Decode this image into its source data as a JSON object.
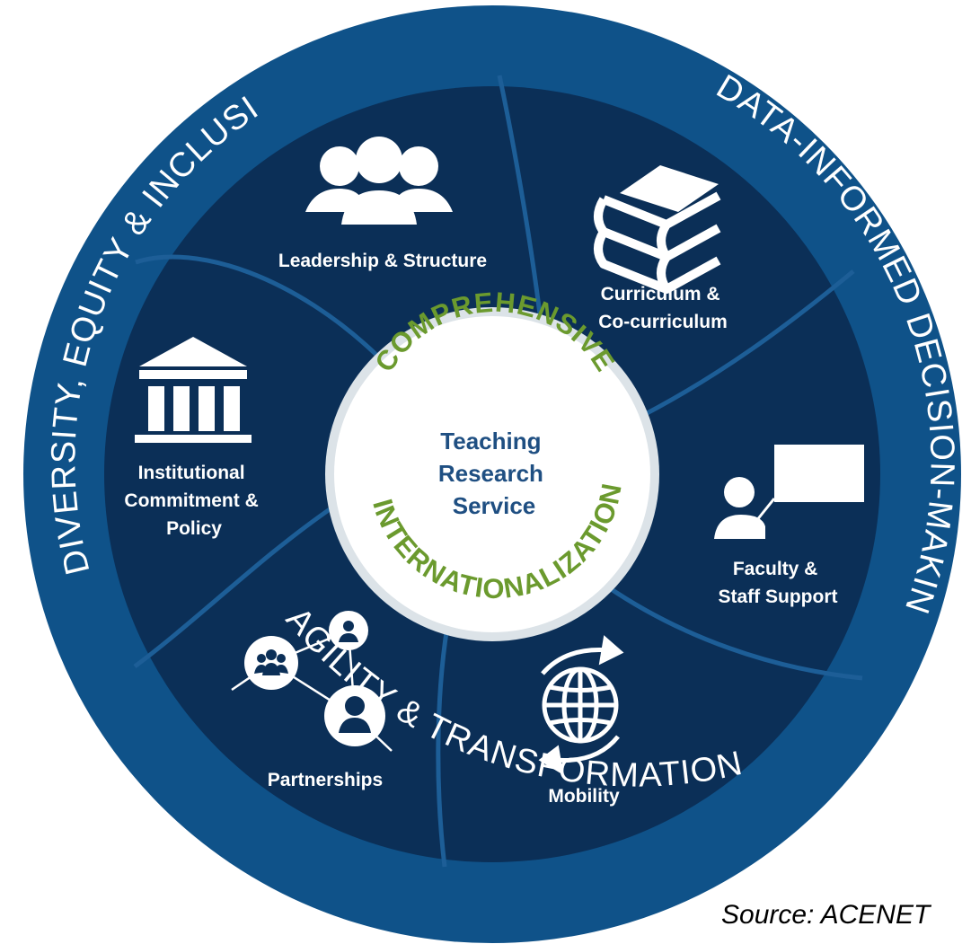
{
  "outer_ring": {
    "left": "DIVERSITY, EQUITY & INCLUSION",
    "right": "DATA-INFORMED DECISION-MAKING",
    "bottom": "AGILITY & TRANSFORMATION"
  },
  "center": {
    "arc_top": "COMPREHENSIVE",
    "arc_bottom": "INTERNATIONALIZATION",
    "lines": [
      "Teaching",
      "Research",
      "Service"
    ]
  },
  "segments": [
    {
      "id": "leadership",
      "icon": "people-group-icon",
      "lines": [
        "Leadership & Structure"
      ]
    },
    {
      "id": "curriculum",
      "icon": "books-icon",
      "lines": [
        "Curriculum &",
        "Co-curriculum"
      ]
    },
    {
      "id": "faculty",
      "icon": "presenter-board-icon",
      "lines": [
        "Faculty &",
        "Staff Support"
      ]
    },
    {
      "id": "mobility",
      "icon": "globe-arrows-icon",
      "lines": [
        "Mobility"
      ]
    },
    {
      "id": "partnerships",
      "icon": "network-people-icon",
      "lines": [
        "Partnerships"
      ]
    },
    {
      "id": "institutional",
      "icon": "institution-building-icon",
      "lines": [
        "Institutional",
        "Commitment &",
        "Policy"
      ]
    }
  ],
  "source": "Source: ACENET",
  "colors": {
    "outer_ring": "#0f5289",
    "inner_disc": "#0b2f57",
    "divider": "#1d5e97",
    "center_fill": "#ffffff",
    "center_border": "#dce3e8",
    "accent_green": "#6b9a2e",
    "center_blue": "#1f4f82"
  }
}
